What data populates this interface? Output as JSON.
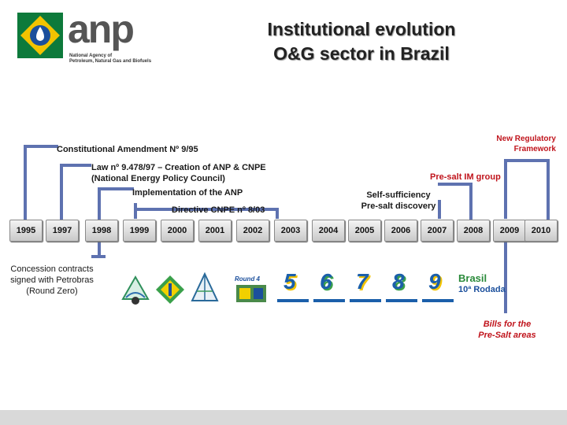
{
  "header": {
    "title_line1": "Institutional evolution",
    "title_line2": "O&G sector in Brazil",
    "logo_text": "anp",
    "logo_subtitle_1": "National Agency of",
    "logo_subtitle_2": "Petroleum, Natural Gas and Biofuels"
  },
  "labels": {
    "constitutional": "Constitutional Amendment Nº 9/95",
    "law_line1": "Law nº 9.478/97 – Creation of ANP & CNPE",
    "law_line2": "(National Energy Policy Council)",
    "implementation": "Implementation of the ANP",
    "directive": "Directive CNPE nº 8/03",
    "framework_line1": "New Regulatory",
    "framework_line2": "Framework",
    "presalt_group": "Pre-salt IM group",
    "self_line1": "Self-sufficiency",
    "self_line2": "Pre-salt discovery",
    "concession_line1": "Concession contracts",
    "concession_line2": "signed with Petrobras",
    "concession_line3": "(Round Zero)",
    "bills_line1": "Bills for the",
    "bills_line2": "Pre-Salt areas"
  },
  "years": [
    "1995",
    "1997",
    "1998",
    "1999",
    "2000",
    "2001",
    "2002",
    "2003",
    "2004",
    "2005",
    "2006",
    "2007",
    "2008",
    "2009",
    "2010"
  ],
  "rounds": {
    "r4": "Round 4",
    "r5": "5",
    "r6": "6",
    "r7": "7",
    "r8": "8",
    "r9": "9",
    "r10_brand": "Brasil",
    "r10": "10ª Rodada"
  },
  "colors": {
    "bracket": "#5e72b0",
    "accent_red": "#c0141c",
    "logo_green": "#0d7a3b",
    "logo_yellow": "#f2c300",
    "logo_blue": "#1b4f9c"
  }
}
